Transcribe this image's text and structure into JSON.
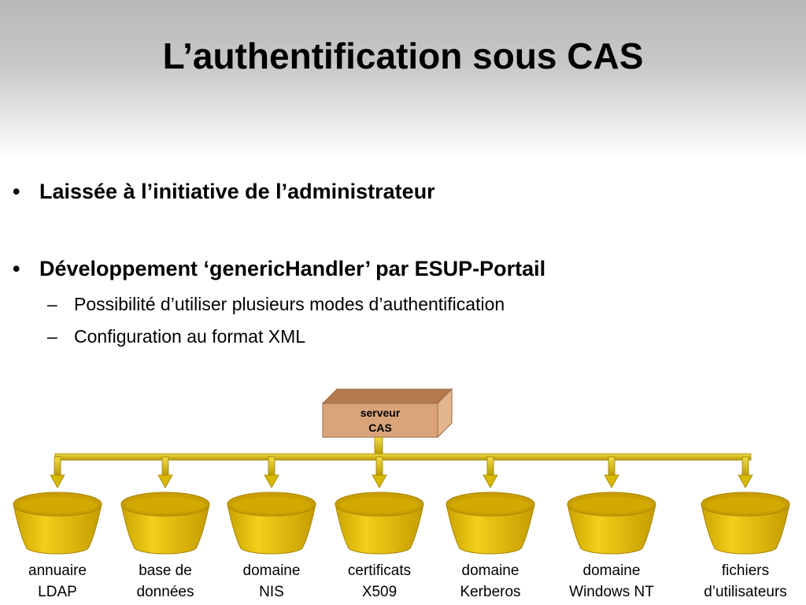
{
  "slide": {
    "title": "L’authentification sous CAS"
  },
  "bullets": [
    {
      "level": 1,
      "marker": "•",
      "text": "Laissée à l’initiative de l’administrateur"
    },
    {
      "level": 1,
      "marker": "•",
      "text": "Développement ‘genericHandler’ par ESUP-Portail"
    },
    {
      "level": 2,
      "marker": "–",
      "text": "Possibilité d’utiliser plusieurs modes d’authentification"
    },
    {
      "level": 2,
      "marker": "–",
      "text": "Configuration au format XML"
    }
  ],
  "diagram": {
    "server": {
      "line1": "serveur",
      "line2": "CAS"
    },
    "sources": [
      {
        "line1": "annuaire",
        "line2": "LDAP"
      },
      {
        "line1": "base de",
        "line2": "données"
      },
      {
        "line1": "domaine",
        "line2": "NIS"
      },
      {
        "line1": "certificats",
        "line2": "X509"
      },
      {
        "line1": "domaine",
        "line2": "Kerberos"
      },
      {
        "line1": "domaine",
        "line2": "Windows NT"
      },
      {
        "line1": "fichiers",
        "line2": "d’utilisateurs"
      }
    ],
    "colors": {
      "cylinder": "#e0b800",
      "cylinder_top": "#c99f00",
      "connector": "#d4b400",
      "server_box": "#d7a77b"
    }
  }
}
